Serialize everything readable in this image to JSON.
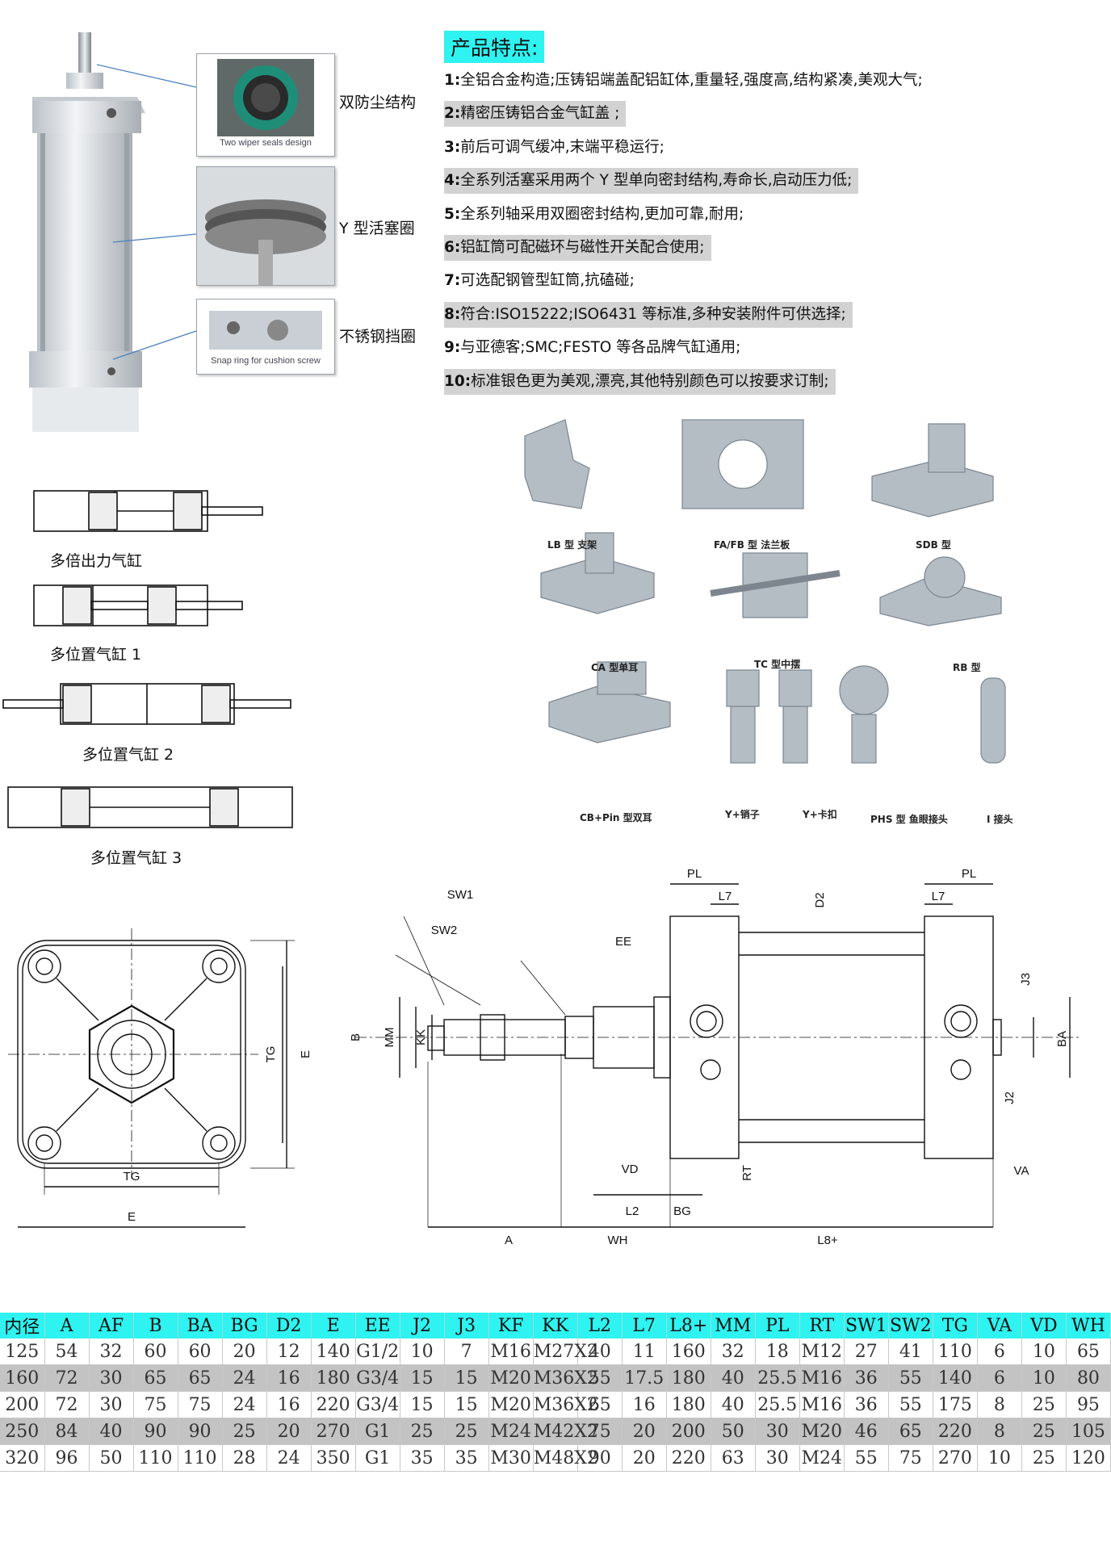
{
  "features": {
    "title": "产品特点:",
    "items": [
      {
        "num": "1:",
        "text": "全铝合金构造;压铸铝端盖配铝缸体,重量轻,强度高,结构紧凑,美观大气;",
        "highlight": false
      },
      {
        "num": "2:",
        "text": "精密压铸铝合金气缸盖 ;",
        "highlight": true
      },
      {
        "num": "3:",
        "text": "前后可调气缓冲,末端平稳运行;",
        "highlight": false
      },
      {
        "num": "4:",
        "text": "全系列活塞采用两个 Y 型单向密封结构,寿命长,启动压力低;",
        "highlight": true
      },
      {
        "num": "5:",
        "text": "全系列轴采用双圈密封结构,更加可靠,耐用;",
        "highlight": false
      },
      {
        "num": "6:",
        "text": "铝缸筒可配磁环与磁性开关配合使用;",
        "highlight": true
      },
      {
        "num": "7:",
        "text": "可选配钢管型缸筒,抗磕碰;",
        "highlight": false
      },
      {
        "num": "8:",
        "text": "符合:ISO15222;ISO6431 等标准,多种安装附件可供选择;",
        "highlight": true
      },
      {
        "num": "9:",
        "text": "与亚德客;SMC;FESTO 等各品牌气缸通用;",
        "highlight": false
      },
      {
        "num": "10:",
        "text": "标准银色更为美观,漂亮,其他特别颜色可以按要求订制;",
        "highlight": true
      }
    ]
  },
  "callouts": [
    {
      "label": "双防尘结构",
      "caption": "Two wiper seals design"
    },
    {
      "label": "Y 型活塞圈",
      "caption": ""
    },
    {
      "label": "不锈钢挡圈",
      "caption": "Snap ring for cushion screw"
    }
  ],
  "multi_cylinders": [
    "多倍出力气缸",
    "多位置气缸 1",
    "多位置气缸 2",
    "多位置气缸 3"
  ],
  "accessories": [
    "LB 型 支架",
    "FA/FB 型 法兰板",
    "SDB 型",
    "CA 型单耳",
    "TC 型中摆",
    "RB 型",
    "CB+Pin 型双耳",
    "Y+销子",
    "Y+卡扣",
    "PHS 型 鱼眼接头",
    "I 接头"
  ],
  "drawing_labels": {
    "front": {
      "tg_v": "TG",
      "e_v": "E",
      "tg_h": "TG",
      "e_h": "E"
    },
    "side": {
      "pl_left": "PL",
      "l7_left": "L7",
      "d2": "D2",
      "pl_right": "PL",
      "l7_right": "L7",
      "sw1": "SW1",
      "sw2": "SW2",
      "ee": "EE",
      "b": "B",
      "mm": "MM",
      "kk": "KK",
      "j3": "J3",
      "ba": "BA",
      "j2": "J2",
      "vd": "VD",
      "rt": "RT",
      "va": "VA",
      "l2": "L2",
      "bg": "BG",
      "a": "A",
      "wh": "WH",
      "l8": "L8+"
    }
  },
  "spec_table": {
    "headers": [
      "内径",
      "A",
      "AF",
      "B",
      "BA",
      "BG",
      "D2",
      "E",
      "EE",
      "J2",
      "J3",
      "KF",
      "KK",
      "L2",
      "L7",
      "L8+",
      "MM",
      "PL",
      "RT",
      "SW1",
      "SW2",
      "TG",
      "VA",
      "VD",
      "WH"
    ],
    "rows": [
      [
        "125",
        "54",
        "32",
        "60",
        "60",
        "20",
        "12",
        "140",
        "G1/2",
        "10",
        "7",
        "M16",
        "M27X2",
        "40",
        "11",
        "160",
        "32",
        "18",
        "M12",
        "27",
        "41",
        "110",
        "6",
        "10",
        "65"
      ],
      [
        "160",
        "72",
        "30",
        "65",
        "65",
        "24",
        "16",
        "180",
        "G3/4",
        "15",
        "15",
        "M20",
        "M36X2",
        "55",
        "17.5",
        "180",
        "40",
        "25.5",
        "M16",
        "36",
        "55",
        "140",
        "6",
        "10",
        "80"
      ],
      [
        "200",
        "72",
        "30",
        "75",
        "75",
        "24",
        "16",
        "220",
        "G3/4",
        "15",
        "15",
        "M20",
        "M36X2",
        "65",
        "16",
        "180",
        "40",
        "25.5",
        "M16",
        "36",
        "55",
        "175",
        "8",
        "25",
        "95"
      ],
      [
        "250",
        "84",
        "40",
        "90",
        "90",
        "25",
        "20",
        "270",
        "G1",
        "25",
        "25",
        "M24",
        "M42X2",
        "75",
        "20",
        "200",
        "50",
        "30",
        "M20",
        "46",
        "65",
        "220",
        "8",
        "25",
        "105"
      ],
      [
        "320",
        "96",
        "50",
        "110",
        "110",
        "28",
        "24",
        "350",
        "G1",
        "35",
        "35",
        "M30",
        "M48X2",
        "90",
        "20",
        "220",
        "63",
        "30",
        "M24",
        "55",
        "75",
        "270",
        "10",
        "25",
        "120"
      ]
    ],
    "shaded_rows": [
      1,
      3
    ]
  },
  "colors": {
    "header_bg": "#2ef3f0",
    "highlight_bg": "#d2d2d2",
    "row_shade": "#c3c3c3"
  }
}
